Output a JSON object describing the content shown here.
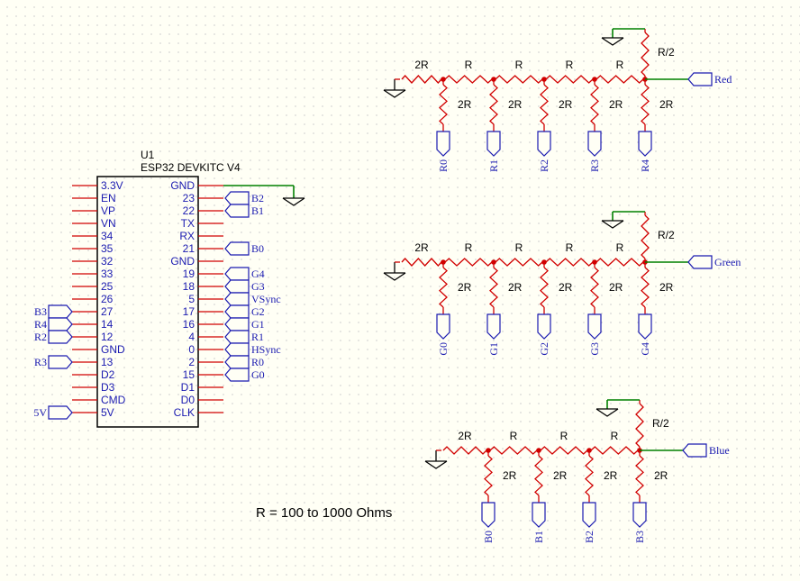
{
  "chip": {
    "designator": "U1",
    "name": "ESP32 DEVKITC V4",
    "left_pins": [
      "3.3V",
      "EN",
      "VP",
      "VN",
      "34",
      "35",
      "32",
      "33",
      "25",
      "26",
      "27",
      "14",
      "12",
      "GND",
      "13",
      "D2",
      "D3",
      "CMD",
      "5V"
    ],
    "right_pins": [
      "GND",
      "23",
      "22",
      "TX",
      "RX",
      "21",
      "GND",
      "19",
      "18",
      "5",
      "17",
      "16",
      "4",
      "0",
      "2",
      "15",
      "D1",
      "D0",
      "CLK"
    ]
  },
  "right_nets": {
    "1": "B2",
    "2": "B1",
    "5": "B0",
    "7": "G4",
    "8": "G3",
    "9": "VSync",
    "10": "G2",
    "11": "G1",
    "12": "R1",
    "13": "HSync",
    "14": "R0",
    "15": "G0"
  },
  "left_nets": {
    "10": "B3",
    "11": "R4",
    "12": "R2",
    "14": "R3",
    "18": "5V"
  },
  "ladders": [
    {
      "output": "Red",
      "series": [
        "2R",
        "R",
        "R",
        "R",
        "R"
      ],
      "shunt": "2R",
      "top": "R/2",
      "bits": [
        "R0",
        "R1",
        "R2",
        "R3",
        "R4"
      ]
    },
    {
      "output": "Green",
      "series": [
        "2R",
        "R",
        "R",
        "R",
        "R"
      ],
      "shunt": "2R",
      "top": "R/2",
      "bits": [
        "G0",
        "G1",
        "G2",
        "G3",
        "G4"
      ]
    },
    {
      "output": "Blue",
      "series": [
        "2R",
        "R",
        "R",
        "R"
      ],
      "shunt": "2R",
      "top": "R/2",
      "bits": [
        "B0",
        "B1",
        "B2",
        "B3"
      ]
    }
  ],
  "note": "R = 100 to 1000 Ohms"
}
